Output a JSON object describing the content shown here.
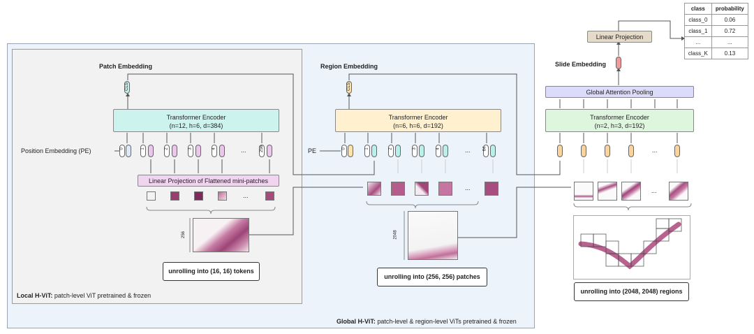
{
  "patch_embedding": {
    "title": "Patch Embedding",
    "encoder_title": "Transformer Encoder",
    "encoder_params": "(n=12, h=6, d=384)",
    "pe_label": "Position Embedding (PE)",
    "projection_label": "Linear Projection of Flattened mini-patches",
    "cls": "CLS",
    "indices": [
      "0",
      "1",
      "2",
      "3",
      "4",
      "256"
    ],
    "ellipsis": "...",
    "dim_label": "256",
    "caption": "unrolling into (16, 16) tokens"
  },
  "region_embedding": {
    "title": "Region Embedding",
    "encoder_title": "Transformer Encoder",
    "encoder_params": "(n=6, h=6, d=192)",
    "pe_label": "PE",
    "cls": "CLS",
    "indices": [
      "0",
      "1",
      "2",
      "3",
      "4",
      "64"
    ],
    "ellipsis": "...",
    "dim_label": "2048",
    "caption": "unrolling into (256, 256) patches"
  },
  "slide_embedding": {
    "title": "Slide Embedding",
    "encoder_title": "Transformer Encoder",
    "encoder_params": "(n=2, h=3, d=192)",
    "pooling_label": "Global Attention Pooling",
    "projection_label": "Linear Projection",
    "ellipsis": "...",
    "caption": "unrolling into (2048, 2048) regions"
  },
  "local_hvit": {
    "name": "Local H-ViT:",
    "desc": "patch-level ViT pretrained & frozen"
  },
  "global_hvit": {
    "name": "Global H-ViT:",
    "desc": "patch-level & region-level ViTs pretrained & frozen"
  },
  "output_table": {
    "headers": [
      "class",
      "probability"
    ],
    "rows": [
      [
        "class_0",
        "0.06"
      ],
      [
        "class_1",
        "0.72"
      ],
      [
        "...",
        "..."
      ],
      [
        "class_K",
        "0.13"
      ]
    ]
  },
  "colors": {
    "patch_encoder": "#cdf3ef",
    "region_encoder": "#fff0cf",
    "slide_encoder": "#def5de",
    "pooling": "#dcdcfa",
    "projection": "#f1d4f0",
    "linear_proj": "#e6dbc8",
    "global_bg": "#edf3fb",
    "local_bg": "#f2f2f3",
    "tissue": "#b8628f"
  }
}
